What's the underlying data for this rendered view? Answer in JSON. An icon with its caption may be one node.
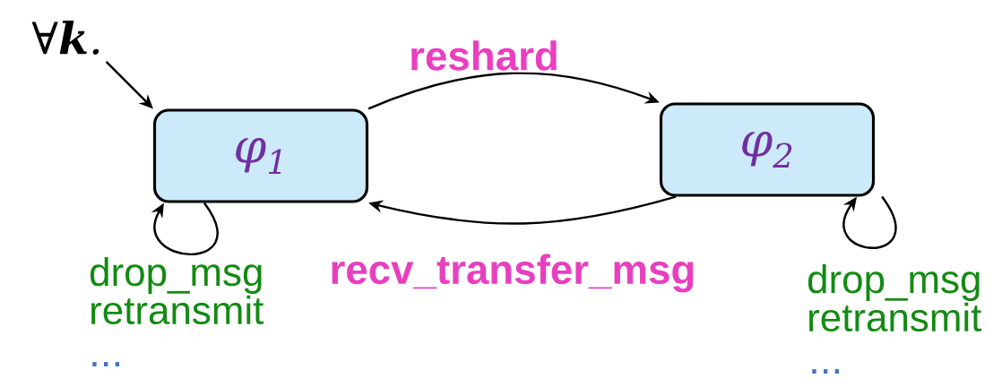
{
  "diagram": {
    "nodes": [
      {
        "text": [
          "∀**k**."
        ]
      },
      {
        "text": [
          "φ$_{1}$"
        ]
      },
      {
        "text": [
          "φ$_{2}$"
        ]
      }
    ],
    "edges": [
      {
        "from": 0,
        "to": 1,
        "arrow": "to"
      },
      {
        "from": 1,
        "to": 2,
        "arrow": "to",
        "label": "reshard"
      },
      {
        "from": 2,
        "to": 1,
        "arrow": "to",
        "label": "recv_transfer_msg"
      },
      {
        "from": 1,
        "to": 1,
        "arrow": "to",
        "label": "drop_msg retransmit"
      },
      {
        "from": 2,
        "to": 2,
        "arrow": "to",
        "label": "drop_msg retransmit"
      }
    ],
    "labels": [
      "...",
      "..."
    ]
  }
}
